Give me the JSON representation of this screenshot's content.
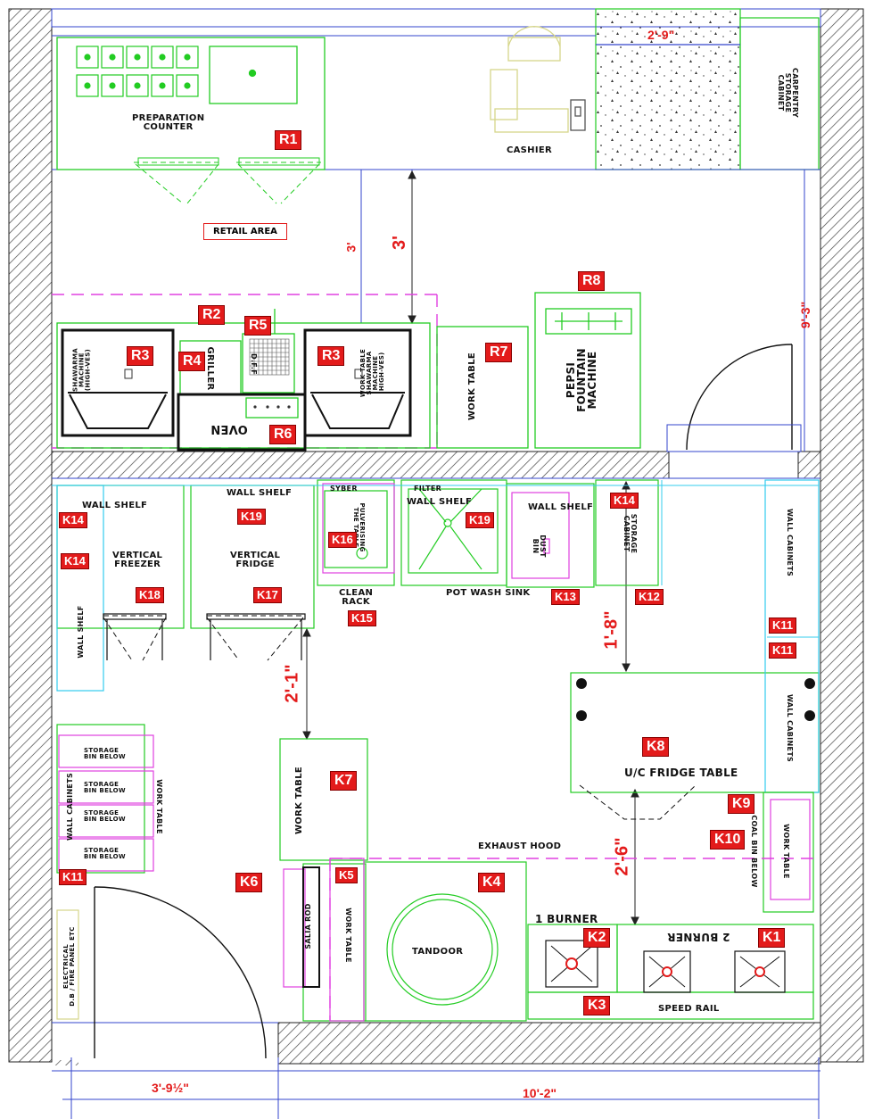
{
  "labels": {
    "preparation_counter": "PREPARATION\nCOUNTER",
    "cashier": "CASHIER",
    "carpentry": "CARPENTRY\nSTORAGE\nCABINET",
    "retail_area": "RETAIL AREA",
    "griller": "GRILLER",
    "dff": "D.F.F",
    "oven": "OVEN",
    "shawarma_left": "SHAWARMA\nMACHINE\n(HIGH-VES)",
    "shawarma_right": "WORK TABLE\nSHAWARMA\nMACHINE\n(HIGH-VES)",
    "work_table_r7": "WORK TABLE",
    "pepsi": "PEPSI\nFOUNTAIN\nMACHINE",
    "wall_shelf_1": "WALL SHELF",
    "wall_shelf_2": "WALL SHELF",
    "wall_shelf_3": "WALL SHELF",
    "wall_shelf_4": "WALL SHELF",
    "wall_shelf_side": "WALL SHELF",
    "syber": "SYBER",
    "filter": "FILTER",
    "pulverising": "PULVERISING\nTHE TABLE",
    "vertical_freezer": "VERTICAL\nFREEZER",
    "vertical_fridge": "VERTICAL\nFRIDGE",
    "clean_rack": "CLEAN\nRACK",
    "pot_wash_sink": "POT WASH SINK",
    "dust_bin": "DUST\nBIN",
    "storage_cabinet": "STORAGE\nCABINET",
    "wall_cabinets_top": "WALL CABINETS",
    "wall_cabinets_mid": "WALL CABINETS",
    "wall_cabinets_left": "WALL CABINETS",
    "uc_fridge_table": "U/C FRIDGE  TABLE",
    "storage_bin_1": "STORAGE\nBIN BELOW",
    "storage_bin_2": "STORAGE\nBIN BELOW",
    "storage_bin_3": "STORAGE\nBIN BELOW",
    "storage_bin_4": "STORAGE\nBIN BELOW",
    "work_table_left": "WORK TABLE",
    "work_table_k7": "WORK TABLE",
    "work_table_k5": "WORK TABLE",
    "work_table_right": "WORK TABLE",
    "exhaust_hood": "EXHAUST HOOD",
    "tandoor": "TANDOOR",
    "one_burner": "1 BURNER",
    "two_burner": "2 BURNER",
    "speed_rail": "SPEED RAIL",
    "coal_bin": "COAL BIN BELOW",
    "salia_rod": "SALIA ROD",
    "electrical": "ELECTRICAL\nD.B / FIRE PANEL ETC"
  },
  "tags": {
    "R1": "R1",
    "R2": "R2",
    "R3a": "R3",
    "R3b": "R3",
    "R4": "R4",
    "R5": "R5",
    "R6": "R6",
    "R7": "R7",
    "R8": "R8",
    "K1": "K1",
    "K2": "K2",
    "K3": "K3",
    "K4": "K4",
    "K5": "K5",
    "K6": "K6",
    "K7": "K7",
    "K8": "K8",
    "K9": "K9",
    "K10": "K10",
    "K11a": "K11",
    "K11b": "K11",
    "K11c": "K11",
    "K12": "K12",
    "K13": "K13",
    "K14a": "K14",
    "K14b": "K14",
    "K14c": "K14",
    "K15": "K15",
    "K16": "K16",
    "K17": "K17",
    "K18": "K18",
    "K19a": "K19",
    "K19b": "K19"
  },
  "dimensions": {
    "d_2_9": "2'-9\"",
    "d_3_top": "3'",
    "d_3": "3'",
    "d_9_3": "9'-3\"",
    "d_1_8": "1'-8\"",
    "d_2_1": "2'-1\"",
    "d_2_6": "2'-6\"",
    "d_3_9": "3'-9½\"",
    "d_10_2": "10'-2\""
  },
  "colors": {
    "equipment": "#22cc22",
    "dimension": "#3344cc",
    "hood": "#e040e0",
    "tag": "#e31b1b",
    "wall_hatch": "#444444"
  }
}
